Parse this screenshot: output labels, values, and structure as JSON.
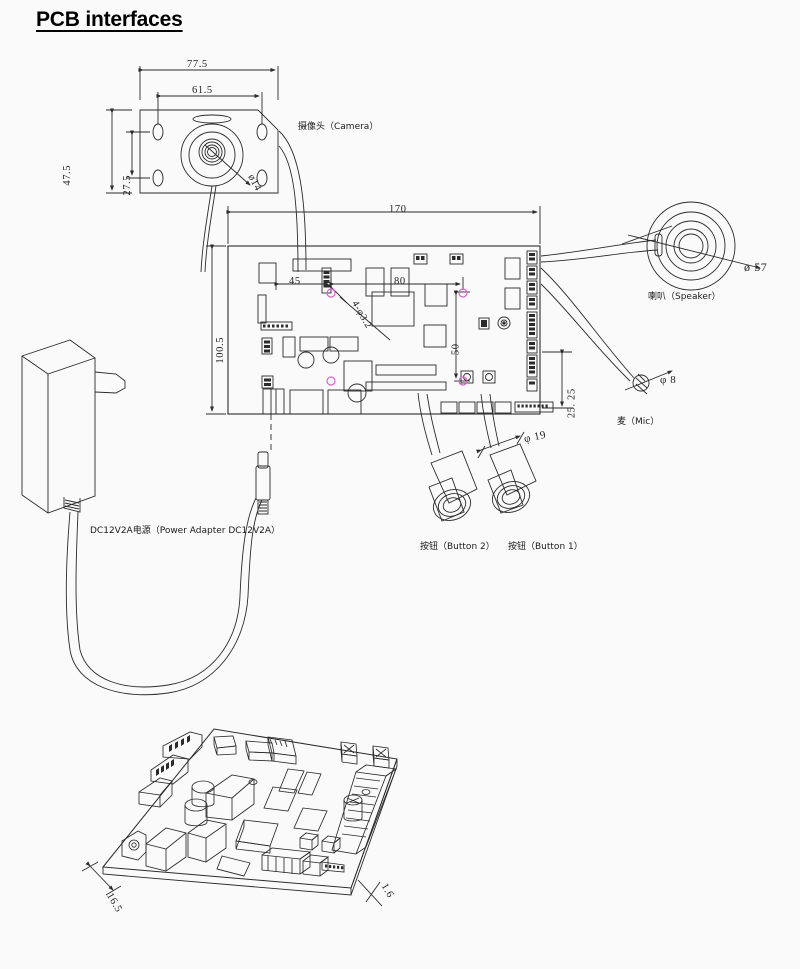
{
  "page": {
    "title": "PCB interfaces",
    "background_color": "#fafafa",
    "line_color": "#2b2b2b",
    "hole_marker_color": "#e060d0"
  },
  "diagram": {
    "type": "mechanical-assembly-drawing",
    "units": "mm",
    "top_view": {
      "camera_bracket": {
        "dimensions": {
          "width": "77.5",
          "hole_spacing_horizontal": "61.5",
          "height": "47.5",
          "hole_spacing_vertical": "27.5",
          "lens_diameter": "ø14"
        },
        "label_cn": "摄像头（Camera）"
      },
      "main_board": {
        "dimensions": {
          "width": "170",
          "height": "100.5",
          "offset_left": "45",
          "offset_mid": "80",
          "vertical_span": "50",
          "right_offset": "25. 25"
        },
        "mounting_holes_note": "4-φ3.2"
      },
      "speaker": {
        "label_cn": "喇叭（Speaker）",
        "diameter": "ø 57"
      },
      "mic": {
        "label_cn": "麦（Mic）",
        "diameter": "φ 8"
      },
      "buttons": {
        "diameter": "φ 19",
        "button2_label_cn": "按钮（Button 2）",
        "button1_label_cn": "按钮（Button 1）"
      },
      "power_adapter": {
        "label_cn": "DC12V2A电源（Power Adapter DC12V2A）"
      }
    },
    "iso_view": {
      "board_height_dim": "16.5",
      "board_thickness_dim": "1.6"
    }
  }
}
